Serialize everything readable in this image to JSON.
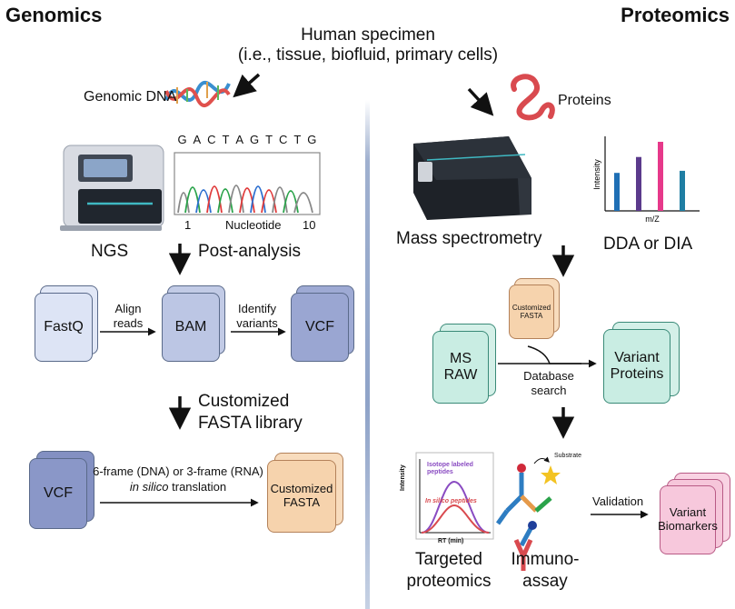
{
  "headers": {
    "left": "Genomics",
    "right": "Proteomics"
  },
  "specimen": {
    "line1": "Human specimen",
    "line2": "(i.e., tissue, biofluid, primary cells)"
  },
  "genomics": {
    "dna_label": "Genomic DNA",
    "sequence": [
      "G",
      "A",
      "C",
      "T",
      "A",
      "G",
      "T",
      "C",
      "T",
      "G"
    ],
    "chromatogram": {
      "left_tick": "1",
      "axis_label": "Nucleotide",
      "right_tick": "10"
    },
    "ngs_label": "NGS",
    "post_analysis": "Post-analysis",
    "files": {
      "fastq": "FastQ",
      "bam": "BAM",
      "vcf": "VCF"
    },
    "steps": {
      "align_1": "Align",
      "align_2": "reads",
      "identify_1": "Identify",
      "identify_2": "variants"
    },
    "customized_1": "Customized",
    "customized_2": "FASTA library",
    "translation": {
      "line1": "6-frame  (DNA) or 3-frame (RNA)",
      "line2_italic": "in silico",
      "line2_rest": " translation"
    },
    "vcf2": "VCF",
    "fasta_1": "Customized",
    "fasta_2": "FASTA"
  },
  "proteomics": {
    "proteins_label": "Proteins",
    "ms_label": "Mass spectrometry",
    "dda_label": "DDA or DIA",
    "spectrum": {
      "ylabel": "Intensity",
      "xlabel": "m/Z",
      "values": [
        0.55,
        0.78,
        1.0,
        0.58
      ],
      "colors": [
        "#1f6fb5",
        "#5b3a8c",
        "#e6398a",
        "#1f7ea3"
      ]
    },
    "fasta_small_1": "Customized",
    "fasta_small_2": "FASTA",
    "ms_raw_1": "MS",
    "ms_raw_2": "RAW",
    "db_1": "Database",
    "db_2": "search",
    "variant_1": "Variant",
    "variant_2": "Proteins",
    "targeted": {
      "isotope_1": "Isotope labeled",
      "isotope_2": "peptides",
      "insilico": "In silico peptides",
      "ylabel": "Intensity",
      "xlabel": "RT (min)",
      "label_1": "Targeted",
      "label_2": "proteomics"
    },
    "substrate": "Substrate",
    "immuno_1": "Immuno-",
    "immuno_2": "assay",
    "validation": "Validation",
    "biomarkers_1": "Variant",
    "biomarkers_2": "Biomarkers"
  },
  "colors": {
    "genomics_doc": "#c7d0ea",
    "genomics_doc_dark": "#9fabd5",
    "fasta_doc": "#f6d3ad",
    "green_doc": "#c9ede3",
    "pink_doc": "#f7c8dc"
  }
}
